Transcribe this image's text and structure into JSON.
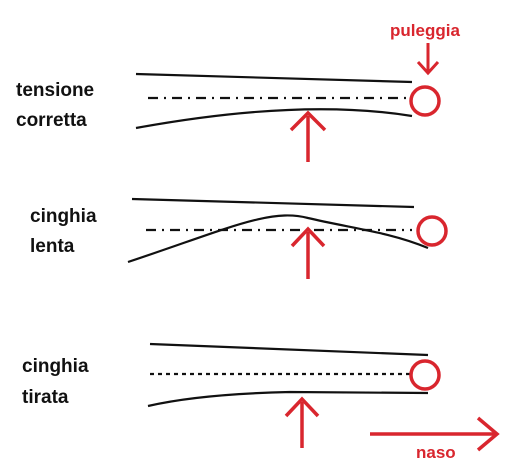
{
  "labels": {
    "correct_tension_line1": "tensione",
    "correct_tension_line2": "corretta",
    "slack_belt_line1": "cinghia",
    "slack_belt_line2": "lenta",
    "tight_belt_line1": "cinghia",
    "tight_belt_line2": "tirata",
    "pulley": "puleggia",
    "nose": "naso"
  },
  "colors": {
    "ink": "#111111",
    "accent": "#d9262e"
  }
}
